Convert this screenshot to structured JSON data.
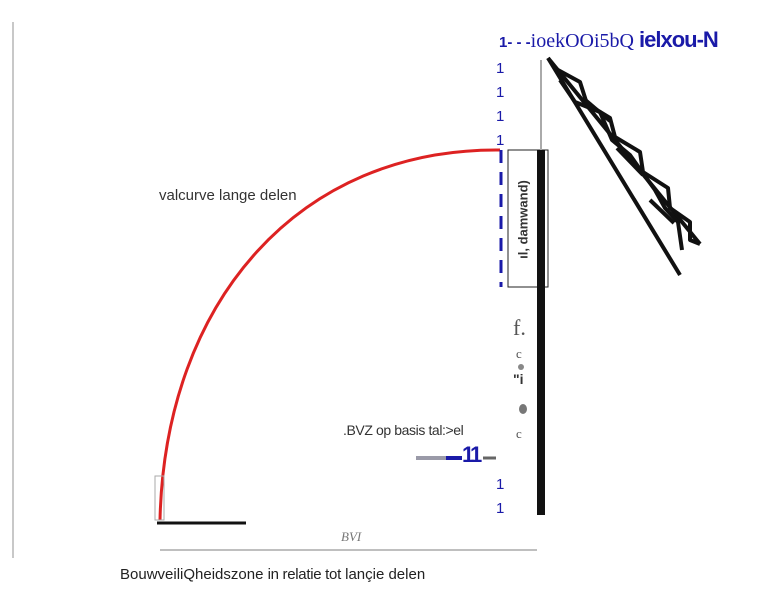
{
  "diagram": {
    "top_label_prefix": "1- - -",
    "top_label_text": "ioekOOi5bQ ",
    "top_label_bold": "ielxou-N",
    "curve_label": "valcurve lange delen",
    "wall_label": "ıl, damwand)",
    "left_marks": [
      "1",
      "1",
      "1",
      "1"
    ],
    "bottom_marks": [
      "1",
      "1"
    ],
    "side_chars": [
      "f.",
      "c",
      "\"i",
      "c"
    ],
    "bvz_label": ".BVZ op basis tal:>el",
    "bvz_value": "11",
    "axis_label": "BVI",
    "caption_1": "BouwveiliQheidszone",
    "caption_2": "in relatie tot",
    "caption_3": "lançie delen",
    "colors": {
      "curve": "#dd2222",
      "dash": "#1a1aa8",
      "ink": "#111111",
      "rule": "#c8c8c8"
    }
  }
}
